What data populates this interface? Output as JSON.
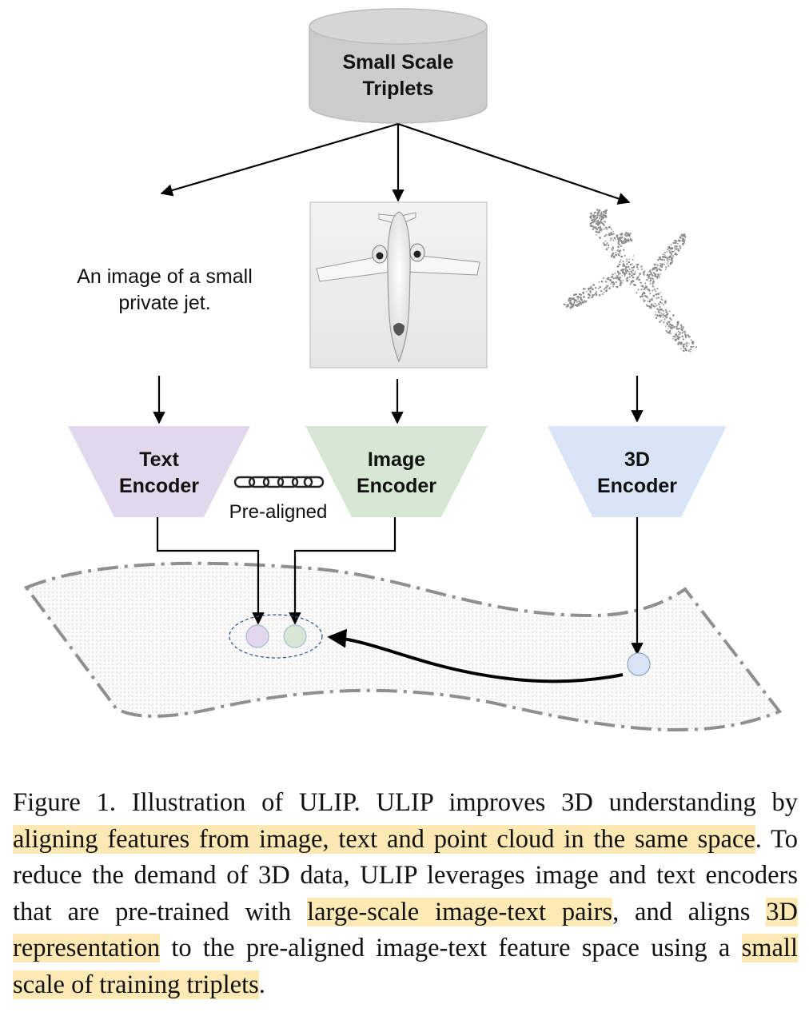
{
  "figure": {
    "source": {
      "line1": "Small Scale",
      "line2": "Triplets",
      "fill": "#cccccc",
      "icon": "database-cylinder-icon"
    },
    "text_sample": {
      "line1": "An image of a small",
      "line2": "private jet."
    },
    "image_sample": {
      "icon": "jet-render-icon"
    },
    "pointcloud_sample": {
      "icon": "jet-point-cloud-icon"
    },
    "encoders": [
      {
        "line1": "Text",
        "line2": "Encoder",
        "color": "#e2d7ec"
      },
      {
        "line1": "Image",
        "line2": "Encoder",
        "color": "#d6e8d4"
      },
      {
        "line1": "3D",
        "line2": "Encoder",
        "color": "#d9e5f7"
      }
    ],
    "prealigned_label": "Pre-aligned",
    "feature_dots": {
      "text": "#e2d7ec",
      "image": "#d6e8d4",
      "point": "#d9e5f7"
    },
    "highlight_color": "#fde9b3"
  },
  "caption": {
    "p1": "Figure 1. Illustration of ULIP. ULIP improves 3D understanding by ",
    "h1": "aligning features from image, text and point cloud in the same space",
    "p2": ". To reduce the demand of 3D data, ULIP leverages image and text encoders that are pre-trained with ",
    "h2": "large-scale image-text pairs",
    "p3": ", and aligns ",
    "h3": "3D representation",
    "p4": " to the pre-aligned image-text feature space using a ",
    "h4": "small scale of training triplets",
    "p5": "."
  }
}
